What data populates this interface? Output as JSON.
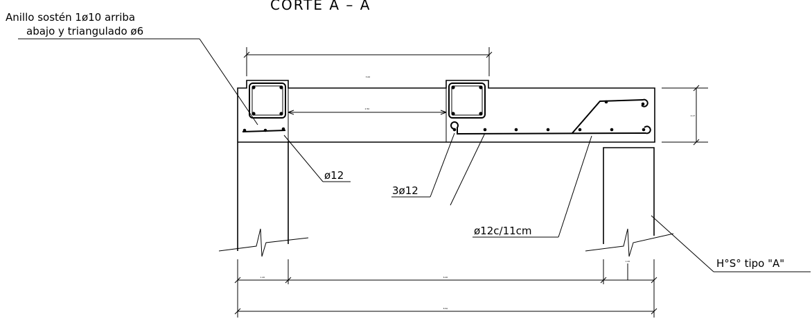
{
  "drawing": {
    "title": "CORTE A – A",
    "callouts": {
      "ring_line1": "Anillo sostén 1ø10 arriba",
      "ring_line2": "abajo y triangulado ø6",
      "phi12": "ø12",
      "three_phi12": "3ø12",
      "phi12_spacing": "ø12c/11cm",
      "concrete": "H°S° tipo \"A\""
    },
    "dimensions": {
      "top_span": "3.00",
      "inner_span": "2.50",
      "slab_thickness": "0.17",
      "left_wall": "1.20",
      "right_wall": "1.00",
      "clear_span": "6.00",
      "total_span": "8.50"
    }
  }
}
